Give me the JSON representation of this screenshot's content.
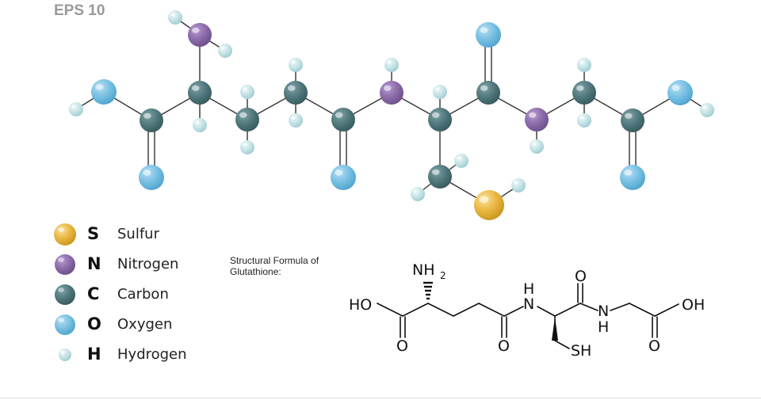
{
  "header": {
    "badge": "EPS 10"
  },
  "colors": {
    "sulfur": "#e8b53d",
    "nitrogen": "#8b6aa8",
    "carbon": "#4f777c",
    "oxygen": "#75bfe3",
    "hydrogen": "#c5e3e6",
    "bond": "#333333"
  },
  "legend": [
    {
      "element": "sulfur",
      "symbol": "S",
      "name": "Sulfur"
    },
    {
      "element": "nitrogen",
      "symbol": "N",
      "name": "Nitrogen"
    },
    {
      "element": "carbon",
      "symbol": "C",
      "name": "Carbon"
    },
    {
      "element": "oxygen",
      "symbol": "O",
      "name": "Oxygen"
    },
    {
      "element": "hydrogen",
      "symbol": "H",
      "name": "Hydrogen"
    }
  ],
  "molecule": {
    "atoms": [
      {
        "id": "O1",
        "element": "oxygen"
      },
      {
        "id": "H1",
        "element": "hydrogen"
      },
      {
        "id": "C1",
        "element": "carbon"
      },
      {
        "id": "O2",
        "element": "oxygen"
      },
      {
        "id": "C2",
        "element": "carbon"
      },
      {
        "id": "N1",
        "element": "nitrogen"
      },
      {
        "id": "H2",
        "element": "hydrogen"
      },
      {
        "id": "H3",
        "element": "hydrogen"
      },
      {
        "id": "H4",
        "element": "hydrogen"
      },
      {
        "id": "C3",
        "element": "carbon"
      },
      {
        "id": "H5",
        "element": "hydrogen"
      },
      {
        "id": "H6",
        "element": "hydrogen"
      },
      {
        "id": "C4",
        "element": "carbon"
      },
      {
        "id": "H7",
        "element": "hydrogen"
      },
      {
        "id": "H8",
        "element": "hydrogen"
      },
      {
        "id": "C5",
        "element": "carbon"
      },
      {
        "id": "O3",
        "element": "oxygen"
      },
      {
        "id": "N2",
        "element": "nitrogen"
      },
      {
        "id": "H9",
        "element": "hydrogen"
      },
      {
        "id": "C6",
        "element": "carbon"
      },
      {
        "id": "H10",
        "element": "hydrogen"
      },
      {
        "id": "C7",
        "element": "carbon"
      },
      {
        "id": "H11",
        "element": "hydrogen"
      },
      {
        "id": "H12",
        "element": "hydrogen"
      },
      {
        "id": "S1",
        "element": "sulfur"
      },
      {
        "id": "H13",
        "element": "hydrogen"
      },
      {
        "id": "C8",
        "element": "carbon"
      },
      {
        "id": "O4",
        "element": "oxygen"
      },
      {
        "id": "N3",
        "element": "nitrogen"
      },
      {
        "id": "H14",
        "element": "hydrogen"
      },
      {
        "id": "C9",
        "element": "carbon"
      },
      {
        "id": "H15",
        "element": "hydrogen"
      },
      {
        "id": "H16",
        "element": "hydrogen"
      },
      {
        "id": "C10",
        "element": "carbon"
      },
      {
        "id": "O5",
        "element": "oxygen"
      },
      {
        "id": "O6",
        "element": "oxygen"
      },
      {
        "id": "H17",
        "element": "hydrogen"
      }
    ],
    "bonds": [
      {
        "from": "H1",
        "to": "O1",
        "order": 1
      },
      {
        "from": "O1",
        "to": "C1",
        "order": 1
      },
      {
        "from": "C1",
        "to": "O2",
        "order": 2
      },
      {
        "from": "C1",
        "to": "C2",
        "order": 1
      },
      {
        "from": "C2",
        "to": "N1",
        "order": 1
      },
      {
        "from": "N1",
        "to": "H2",
        "order": 1
      },
      {
        "from": "N1",
        "to": "H3",
        "order": 1
      },
      {
        "from": "C2",
        "to": "H4",
        "order": 1
      },
      {
        "from": "C2",
        "to": "C3",
        "order": 1
      },
      {
        "from": "C3",
        "to": "H5",
        "order": 1
      },
      {
        "from": "C3",
        "to": "H6",
        "order": 1
      },
      {
        "from": "C3",
        "to": "C4",
        "order": 1
      },
      {
        "from": "C4",
        "to": "H7",
        "order": 1
      },
      {
        "from": "C4",
        "to": "H8",
        "order": 1
      },
      {
        "from": "C4",
        "to": "C5",
        "order": 1
      },
      {
        "from": "C5",
        "to": "O3",
        "order": 2
      },
      {
        "from": "C5",
        "to": "N2",
        "order": 1
      },
      {
        "from": "N2",
        "to": "H9",
        "order": 1
      },
      {
        "from": "N2",
        "to": "C6",
        "order": 1
      },
      {
        "from": "C6",
        "to": "H10",
        "order": 1
      },
      {
        "from": "C6",
        "to": "C7",
        "order": 1
      },
      {
        "from": "C7",
        "to": "H11",
        "order": 1
      },
      {
        "from": "C7",
        "to": "H12",
        "order": 1
      },
      {
        "from": "C7",
        "to": "S1",
        "order": 1
      },
      {
        "from": "S1",
        "to": "H13",
        "order": 1
      },
      {
        "from": "C6",
        "to": "C8",
        "order": 1
      },
      {
        "from": "C8",
        "to": "O4",
        "order": 2
      },
      {
        "from": "C8",
        "to": "N3",
        "order": 1
      },
      {
        "from": "N3",
        "to": "H14",
        "order": 1
      },
      {
        "from": "N3",
        "to": "C9",
        "order": 1
      },
      {
        "from": "C9",
        "to": "H15",
        "order": 1
      },
      {
        "from": "C9",
        "to": "H16",
        "order": 1
      },
      {
        "from": "C9",
        "to": "C10",
        "order": 1
      },
      {
        "from": "C10",
        "to": "O5",
        "order": 2
      },
      {
        "from": "C10",
        "to": "O6",
        "order": 1
      },
      {
        "from": "O6",
        "to": "H17",
        "order": 1
      }
    ]
  },
  "formula": {
    "caption": "Structural Formula of Glutathione:",
    "labels": {
      "ho": "HO",
      "nh": "NH",
      "nh_sub": "2",
      "o_left": "O",
      "o_mid": "O",
      "n_amide1": "N",
      "h_amide1": "H",
      "o_top": "O",
      "n_amide2": "N",
      "h_amide2": "H",
      "o_right": "O",
      "oh": "OH",
      "sh": "SH"
    }
  }
}
